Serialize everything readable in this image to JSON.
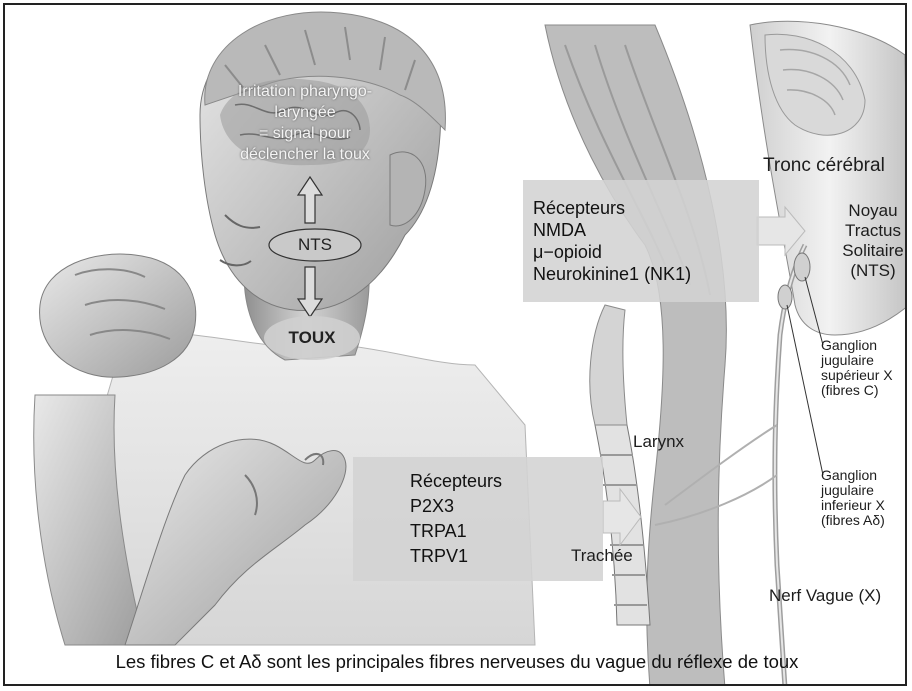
{
  "irritation_text": [
    "Irritation pharyngo-",
    "laryngée",
    "= signal pour",
    "déclencher la toux"
  ],
  "nts_label": "NTS",
  "toux_label": "TOUX",
  "receptors_top": [
    "Récepteurs",
    "NMDA",
    "μ−opioid",
    "Neurokinine1 (NK1)"
  ],
  "receptors_bottom": [
    "Récepteurs",
    "P2X3",
    "TRPA1",
    "TRPV1"
  ],
  "tronc_label": "Tronc cérébral",
  "noyau_label": [
    "Noyau",
    "Tractus",
    "Solitaire",
    "(NTS)"
  ],
  "ganglion_superieur": [
    "Ganglion",
    "jugulaire",
    "supérieur X",
    "(fibres C)"
  ],
  "ganglion_inferieur": [
    "Ganglion",
    "jugulaire",
    "inferieur X",
    "(fibres Aδ)"
  ],
  "larynx_label": "Larynx",
  "trachee_label": "Trachée",
  "nerf_label": "Nerf Vague (X)",
  "caption": "Les fibres C et Aδ sont les principales fibres nerveuses du vague du réflexe de toux"
}
